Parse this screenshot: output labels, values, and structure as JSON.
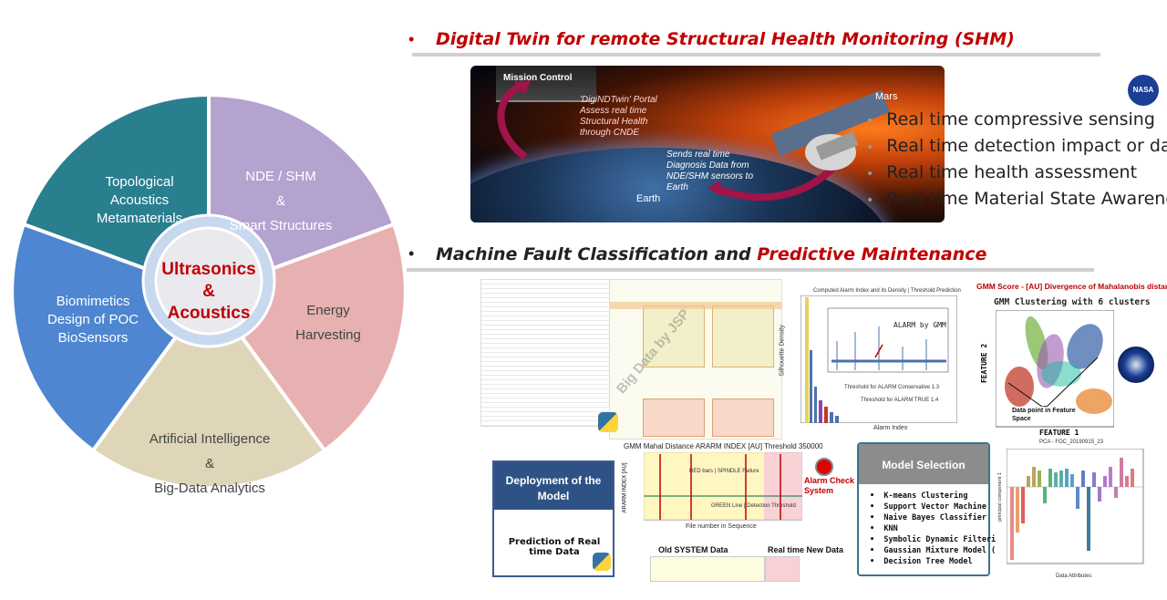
{
  "wheel": {
    "hub": [
      "Ultrasonics",
      "&",
      "Acoustics"
    ],
    "segments": [
      {
        "lines": [
          "Topological",
          "Acoustics",
          "Metamaterials"
        ]
      },
      {
        "lines": [
          "NDE / SHM",
          "&",
          "Smart Structures"
        ]
      },
      {
        "lines": [
          "Energy",
          "Harvesting"
        ]
      },
      {
        "lines": [
          "Artificial Intelligence",
          "&",
          "Big-Data Analytics"
        ]
      },
      {
        "lines": [
          "Biomimetics",
          "Design of POC",
          "BioSensors"
        ]
      }
    ]
  },
  "shm": {
    "heading": "Digital Twin for remote Structural Health Monitoring (SHM)",
    "mission_control": "Mission Control",
    "portal_note": "'DigiNDTwin' Portal Assess real time Structural Health through CNDE",
    "sensor_note": "Sends real time Diagnosis Data from NDE/SHM sensors to Earth",
    "earth_label": "Earth",
    "mars_label": "Mars",
    "nasa_label": "NASA",
    "features": [
      "Real time compressive sensing",
      "Real time detection impact or damage",
      "Real time health assessment",
      "Real time Material State Awareness"
    ]
  },
  "mfc": {
    "heading_part1": "Machine Fault Classification and ",
    "heading_part2": "Predictive Maintenance",
    "gmm_score_title": "GMM Score - [AU] Divergence of Mahalanobis distance",
    "gmm_cluster_title": "GMM Clustering with 6 clusters",
    "feature2": "FEATURE 2",
    "feature1": "FEATURE 1",
    "data_point_note": "Data point in Feature Space",
    "silhouette_title": "Computed Alarm Index and its Density | Threshold Prediction",
    "silhouette_ylabel": "Silhouette Density",
    "alarm_by_gmm": "ALARM by GMM",
    "thr_conservative": "Threshold for ALARM Conservative 1.3",
    "thr_true": "Threshold for ALARM TRUE 1.4",
    "alarm_index": "Alarm Index",
    "gmm_mahal_title": "GMM Mahal Distance ARARM INDEX [AU] Threshold 350000",
    "gmm_mahal_ylabel": "ARARM INDEX [AU]",
    "gmm_mahal_xlabel": "File number in Sequence",
    "red_bars": "RED bars | SPINDLE Failure",
    "green_line": "GREEN Line | Detection Threshold",
    "alarm_check": "Alarm Check System",
    "old_system": "Old SYSTEM Data",
    "realtime_new": "Real time New Data",
    "deployment_title": "Deployment of the Model",
    "deployment_body": "Prediction of Real time Data",
    "model_selection_title": "Model Selection",
    "models": [
      "K-means Clustering",
      "Support Vector Machine",
      "Naive Bayes Classifier",
      "KNN",
      "Symbolic Dynamic Filtering",
      "Gaussian Mixture Model (US)",
      "Decision Tree Model"
    ],
    "pca_title": "PCA - FOC_20190915_23",
    "pca_ylabel": "principal component 1",
    "pca_xlabel": "Data Attributes",
    "big_data_watermark": "Big Data by JSP"
  },
  "colors": {
    "teal": "#2a7f8f",
    "lavender": "#b4a2cf",
    "pink": "#e8b1b1",
    "sand": "#dfd6b9",
    "blue": "#4e86d1",
    "hub_ring": "#c8d8ef",
    "accent_red": "#c00000"
  }
}
